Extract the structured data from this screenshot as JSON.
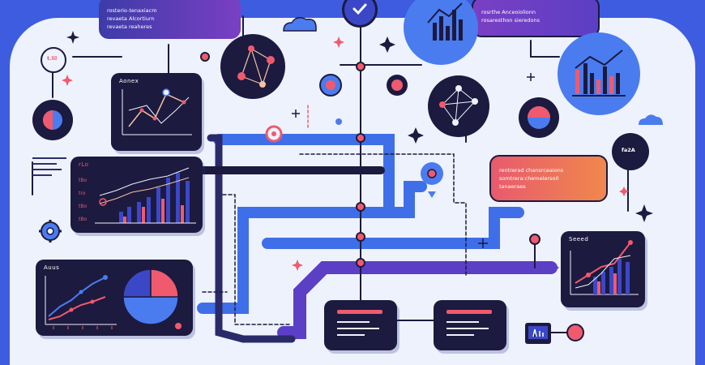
{
  "colors": {
    "frame": "#3d5ce0",
    "background": "#eef2fc",
    "panel": "#1c1a3f",
    "accent_red": "#f05a6e",
    "accent_blue": "#4a7cf0",
    "accent_purple": "#5b3fc4"
  },
  "callouts": {
    "top_left": {
      "line1": "rosterio-tenaxiacm",
      "line2": "revaeta Alcortiurn",
      "line3": "revaeta reaheres"
    },
    "top_right": {
      "line1": "rosrthe Anceoiolionn",
      "line2": "rosaresthon sieredons"
    },
    "mid_right": {
      "line1": "rentrerad chansrceaions",
      "line2": "somtrera:chemelerso0",
      "line3": "tanaeraes"
    }
  },
  "labels": {
    "badge_left": "t.lil",
    "badge_right": "fa2A",
    "chart_graph_title": "Aonex",
    "chart_bars_title": "rLo",
    "chart_lines_title": "Auus",
    "chart_right_title": "Seeed",
    "chart_bars_ticks": [
      "tBo",
      "tro",
      "tBo",
      "tBo"
    ]
  },
  "icons": {
    "shield": "shield-check-icon",
    "cloud": "cloud-icon",
    "gear": "gear-icon",
    "sparkle": "sparkle-icon",
    "network": "network-graph-icon",
    "pie": "pie-chart-icon",
    "monitor": "monitor-icon"
  }
}
